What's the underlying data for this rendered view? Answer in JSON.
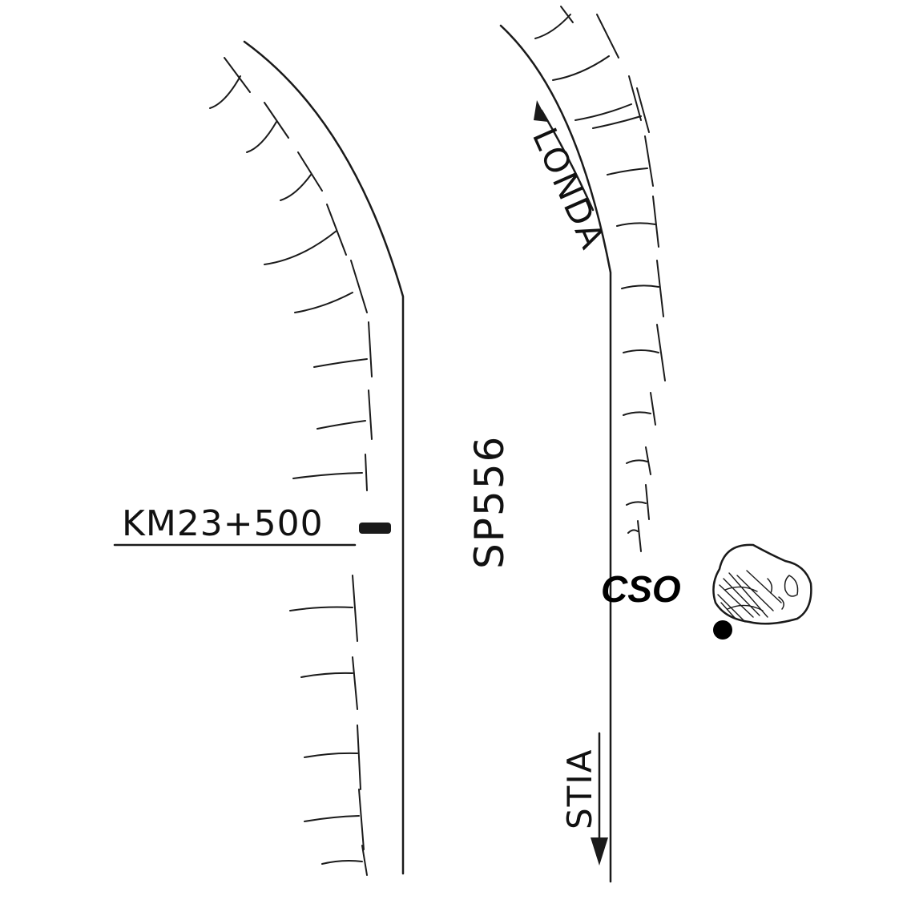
{
  "labels": {
    "road": "SP556",
    "km_marker": "KM23+500",
    "dir_up": "LONDA",
    "dir_down": "STIA",
    "site": "CSO"
  },
  "colors": {
    "ink": "#1a1a1a",
    "background": "#ffffff"
  },
  "icons": {
    "arrow_up": "arrow-up-icon",
    "arrow_down": "arrow-down-icon",
    "boulder": "boulder-icon",
    "point": "site-point-icon"
  }
}
